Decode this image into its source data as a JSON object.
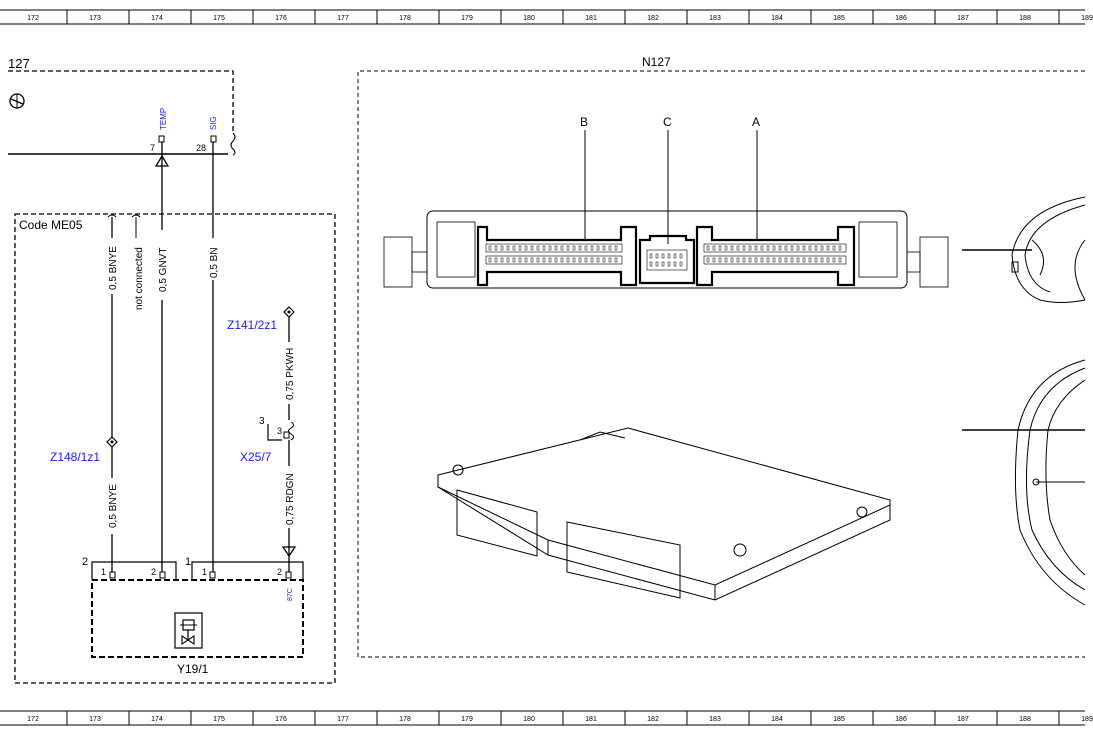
{
  "ruler_numbers": [
    "172",
    "173",
    "174",
    "175",
    "176",
    "177",
    "178",
    "179",
    "180",
    "181",
    "182",
    "183",
    "184",
    "185",
    "186",
    "187",
    "188",
    "189"
  ],
  "left_component": {
    "label": "127"
  },
  "ecu_pins": {
    "pin_temp": {
      "number": "7",
      "function": "TEMP"
    },
    "pin_sig": {
      "number": "28",
      "function": "SIG"
    }
  },
  "code_box": {
    "label": "Code ME05"
  },
  "wires": {
    "w_bnye_top": "0,5 BNYE",
    "not_connected": "not connected",
    "w_gnvt": "0,5 GNVT",
    "w_bn": "0,5 BN",
    "w_pkwh": "0,75 PKWH",
    "w_bnye_bottom": "0,5 BNYE",
    "w_rdgn": "0,75 RDGN"
  },
  "splices": {
    "z148": "Z148/1z1",
    "z141": "Z141/2z1"
  },
  "connector_x25": {
    "label": "X25/7",
    "pin_outer": "3",
    "pin_inner": "3"
  },
  "connectors_y19": {
    "conn2": {
      "number": "2",
      "pin_a": "1",
      "pin_b": "2"
    },
    "conn1": {
      "number": "1",
      "pin_a": "1",
      "pin_b": "2"
    },
    "code_87c": "87C"
  },
  "valve": {
    "label": "Y19/1"
  },
  "ecu_view": {
    "label": "N127",
    "conn_b": "B",
    "conn_c": "C",
    "conn_a": "A"
  }
}
